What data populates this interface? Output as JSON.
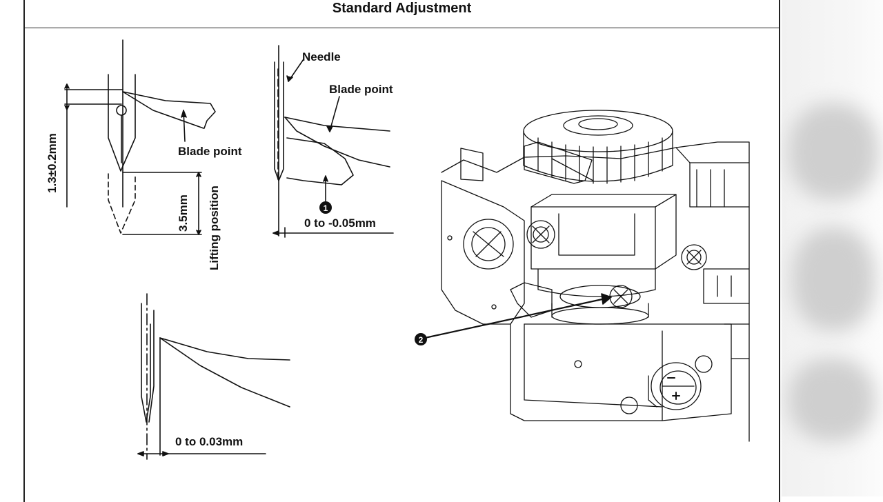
{
  "title": "Standard Adjustment",
  "labels": {
    "dim_top": "1.3±0.2mm",
    "dim_lift": "3.5mm",
    "lifting_position": "Lifting position",
    "blade_point_1": "Blade point",
    "needle": "Needle",
    "blade_point_2": "Blade point",
    "gap_1": "0 to -0.05mm",
    "gap_2": "0 to 0.03mm"
  },
  "callouts": [
    "1",
    "2"
  ]
}
